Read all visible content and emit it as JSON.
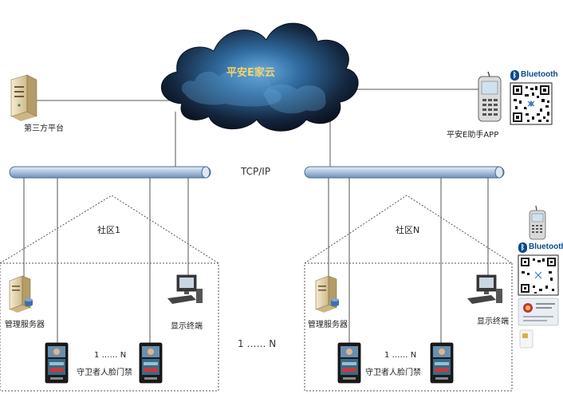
{
  "cloud": {
    "label": "平安E家云"
  },
  "network": {
    "label": "TCP/IP",
    "between_label": "1 …… N"
  },
  "third_party": {
    "label": "第三方平台"
  },
  "mobile_app": {
    "label": "平安E助手APP",
    "bluetooth": "Bluetooth"
  },
  "community_1": {
    "label": "社区1",
    "server_label": "管理服务器",
    "display_label": "显示终端",
    "range_label": "1 …… N",
    "door_label": "守卫者人脸门禁"
  },
  "community_n": {
    "label": "社区N",
    "server_label": "管理服务器",
    "display_label": "显示终端",
    "range_label": "1 …… N",
    "door_label": "守卫者人脸门禁"
  },
  "side_panel": {
    "bluetooth": "Bluetooth"
  },
  "colors": {
    "bus": "#b8cde3",
    "bus_edge": "#4d6d92",
    "cloud_dark": "#0c1a2e",
    "cloud_glow": "#5a9fd6",
    "cloud_text": "#f5d36a",
    "bluetooth": "#0a4b8f"
  }
}
